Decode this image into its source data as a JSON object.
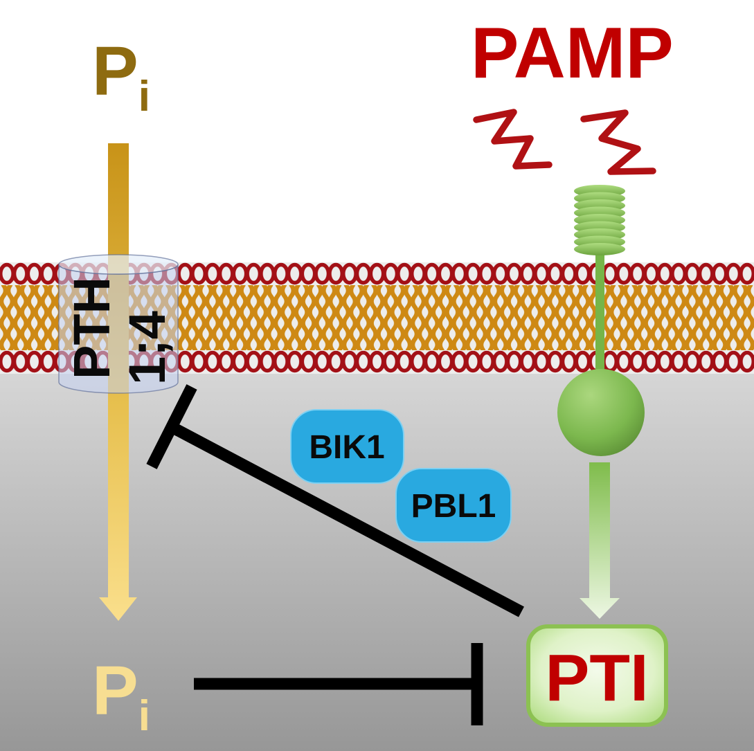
{
  "labels": {
    "pamp": "PAMP",
    "pi_top": {
      "main": "P",
      "sub": "i"
    },
    "pi_bottom": {
      "main": "P",
      "sub": "i"
    },
    "transporter": {
      "line1": "PTH",
      "line2": "1;4"
    },
    "kinase1": "BIK1",
    "kinase2": "PBL1",
    "pti": "PTI"
  },
  "colors": {
    "pamp_red": "#C00000",
    "squiggle_red": "#B01114",
    "pi_extracellular_gold": "#8E6B10",
    "pi_cytoplasm_gold": "#F7DE92",
    "arrow_gold_dark": "#C89318",
    "arrow_gold_light": "#FADF8C",
    "membrane_head_red": "#A31016",
    "membrane_tail_orange": "#CE8914",
    "transporter_glass_blue": "#C4D2F2",
    "receptor_green": "#8CC152",
    "kinase_blue": "#29A9E0",
    "pti_fill_green": "#DFF2C8",
    "pti_border_green": "#8CC152",
    "pti_text_red": "#C00000",
    "inhibition_black": "#000000",
    "cytoplasm_gray_top": "#D6D6D6",
    "cytoplasm_gray_bottom": "#979797"
  },
  "nodes": [
    {
      "id": "pamp",
      "label": "PAMP",
      "role": "elicitor"
    },
    {
      "id": "receptor",
      "label": "",
      "role": "PAMP receptor (coil ectodomain + kinase domain)"
    },
    {
      "id": "pth14",
      "label": "PTH1;4",
      "role": "phosphate transporter in plasma membrane"
    },
    {
      "id": "bik1",
      "label": "BIK1",
      "role": "cytoplasmic kinase"
    },
    {
      "id": "pbl1",
      "label": "PBL1",
      "role": "cytoplasmic kinase"
    },
    {
      "id": "pti",
      "label": "PTI",
      "role": "PAMP-triggered immunity"
    },
    {
      "id": "pi_out",
      "label": "Pi",
      "role": "extracellular phosphate"
    },
    {
      "id": "pi_in",
      "label": "Pi",
      "role": "cytoplasmic phosphate"
    }
  ],
  "edges": [
    {
      "from": "pi_out",
      "to": "pi_in",
      "via": "pth14",
      "type": "transport",
      "style": "gold arrow through membrane transporter"
    },
    {
      "from": "pamp",
      "to": "receptor",
      "type": "perception",
      "style": "red squiggles above receptor"
    },
    {
      "from": "receptor",
      "to": "pti",
      "type": "activation",
      "style": "green arrow"
    },
    {
      "from": "pti",
      "to": "pth14",
      "type": "inhibition",
      "mediators": [
        "bik1",
        "pbl1"
      ],
      "style": "black T-bar, diagonal"
    },
    {
      "from": "pi_in",
      "to": "pti",
      "type": "inhibition",
      "style": "black T-bar, horizontal"
    }
  ]
}
